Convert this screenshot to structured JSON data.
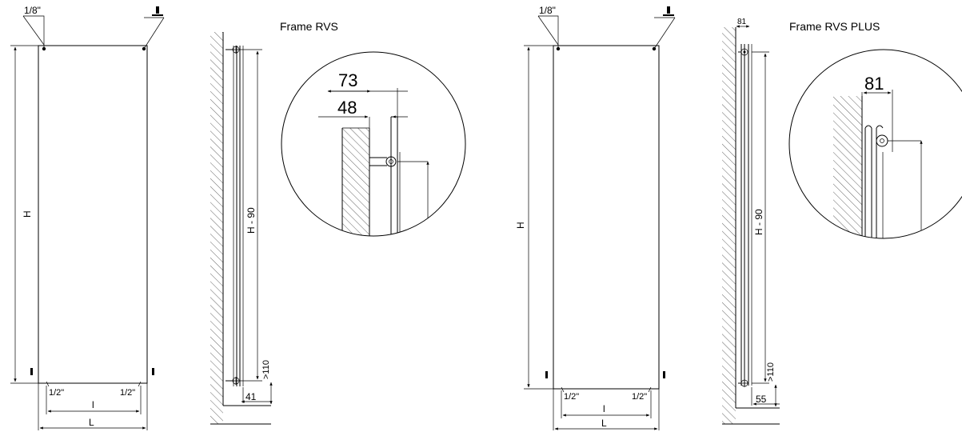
{
  "left_drawing": {
    "front": {
      "vent_label": "1/8\"",
      "height_label": "H",
      "pipe_left_label": "1/2\"",
      "pipe_right_label": "1/2\"",
      "spacing_label": "l",
      "width_label": "L"
    },
    "side": {
      "height_label": "H - 90",
      "floor_clearance_label": ">110",
      "depth_label": "41"
    },
    "detail": {
      "title": "Frame RVS",
      "dim_outer": "73",
      "dim_inner": "48"
    }
  },
  "right_drawing": {
    "front": {
      "vent_label": "1/8\"",
      "height_label": "H",
      "pipe_left_label": "1/2\"",
      "pipe_right_label": "1/2\"",
      "spacing_label": "l",
      "width_label": "L"
    },
    "side": {
      "top_dim_label": "81",
      "height_label": "H - 90",
      "floor_clearance_label": ">110",
      "depth_label": "55"
    },
    "detail": {
      "title": "Frame RVS PLUS",
      "dim": "81"
    }
  }
}
